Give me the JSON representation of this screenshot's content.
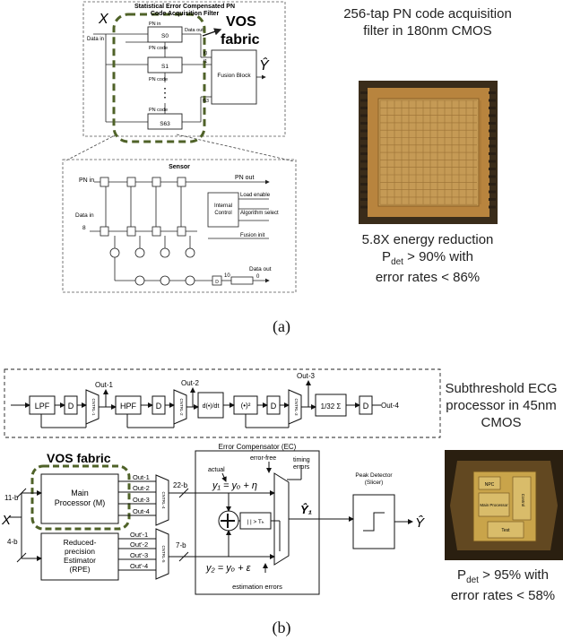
{
  "panel_a": {
    "filter_title_line1": "Statistical Error Compensated PN",
    "filter_title_line2": "Code Acquisition Filter",
    "x_label": "X",
    "data_in": "Data in",
    "pn_in": "PN in",
    "data_out": "Data out",
    "pn_code": "PN code",
    "stages": [
      "S0",
      "S1",
      "S63"
    ],
    "ellipsis": "⋮",
    "f_labels": [
      "f0",
      "f1",
      "f63"
    ],
    "fusion_block": "Fusion Block",
    "vos_fabric_line1": "VOS",
    "vos_fabric_line2": "fabric",
    "y_hat": "Ŷ",
    "sensor_title": "Sensor",
    "sensor_pn_in": "PN in",
    "sensor_pn_out": "PN out",
    "sensor_data_in": "Data in",
    "sensor_data_in_width": "8",
    "load_enable": "Load enable",
    "algorithm_select": "Algorithm select",
    "internal_control_line1": "Internal",
    "internal_control_line2": "Control",
    "fusion_init": "Fusion init",
    "sensor_data_out": "Data out",
    "bit_hi": "10",
    "bit_lo": "0",
    "d_label": "D",
    "caption": "(a)",
    "chip_note": "256-tap PN code acquisition filter in 180nm CMOS",
    "energy_line1": "5.8X energy reduction",
    "energy_line2_pre": "P",
    "energy_line2_sub": "det",
    "energy_line2_post": " > 90% with",
    "energy_line3": "error rates < 86%"
  },
  "panel_b": {
    "out1": "Out-1",
    "out2": "Out-2",
    "out3": "Out-3",
    "out4": "Out-4",
    "lpf": "LPF",
    "hpf": "HPF",
    "d": "D",
    "cntrl1": "CNTRL-1",
    "cntrl2": "CNTRL-2",
    "cntrl3": "CNTRL-3",
    "cntrl4": "CNTRL-4",
    "cntrl5": "CNTRL-5",
    "deriv": "d(•)/dt",
    "square": "(•)²",
    "avg": "1/32 Σ",
    "vos_fabric": "VOS fabric",
    "bits_11": "11-b",
    "bits_4": "4-b",
    "bits_22": "22-b",
    "bits_7": "7-b",
    "x_label": "X",
    "main_processor_line1": "Main",
    "main_processor_line2": "Processor (M)",
    "rpe_line1": "Reduced-",
    "rpe_line2": "precision",
    "rpe_line3": "Estimator",
    "rpe_line4": "(RPE)",
    "m_outs": [
      "Out-1",
      "Out-2",
      "Out-3",
      "Out-4"
    ],
    "rpe_outs": [
      "Out'-1",
      "Out'-2",
      "Out'-3",
      "Out'-4"
    ],
    "ec_title": "Error Compensator (EC)",
    "actual": "actual",
    "error_free": "error-free",
    "timing_errors_line1": "timing",
    "timing_errors_line2": "errors",
    "eq1": "y₁ = yₒ + η",
    "eq2": "y₂ = yₒ + ε",
    "threshold": "| | > Tₕ",
    "estimation_errors": "estimation errors",
    "y1_hat": "Ŷ₁",
    "peak_detector_line1": "Peak Detector",
    "peak_detector_line2": "(Slicer)",
    "y_hat": "Ŷ",
    "caption": "(b)",
    "chip_note": "Subthreshold ECG processor in 45nm CMOS",
    "chip_labels": [
      "NPC",
      "Main Processor",
      "Control",
      "Test"
    ],
    "perf_line1_pre": "P",
    "perf_line1_sub": "det",
    "perf_line1_post": " > 95% with",
    "perf_line2": "error rates < 58%"
  },
  "colors": {
    "vos_dash": "#4f6228",
    "die_bg": "#b8843e",
    "ecg_die": "#c9a44a"
  }
}
